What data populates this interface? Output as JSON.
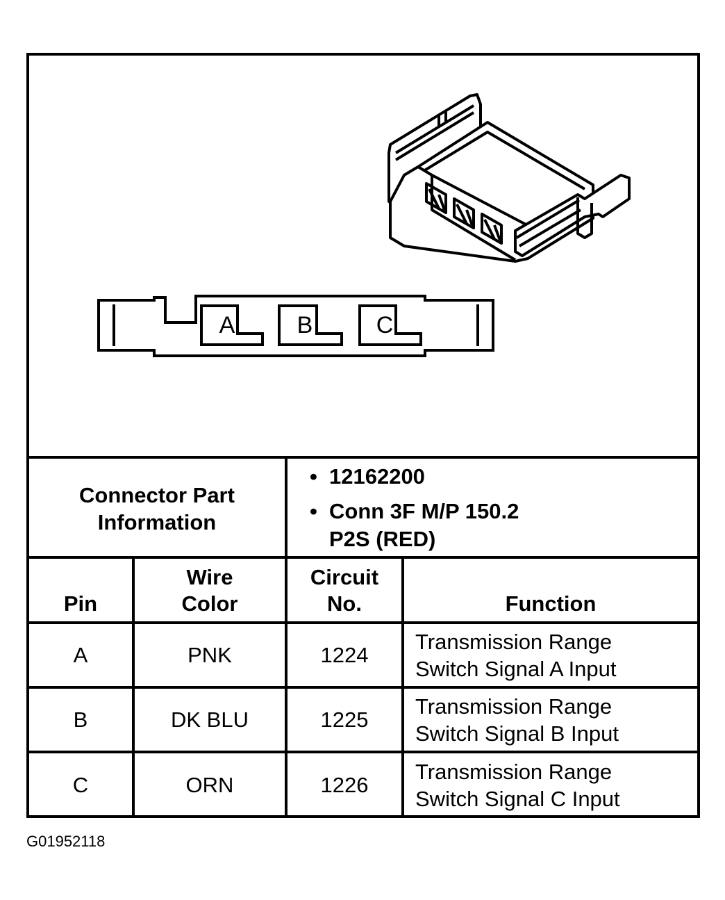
{
  "diagram": {
    "cavity_labels": [
      "A",
      "B",
      "C"
    ]
  },
  "connector_part": {
    "label_line1": "Connector Part",
    "label_line2": "Information",
    "part_number": "12162200",
    "description_line1": "Conn 3F M/P 150.2",
    "description_line2": "P2S (RED)"
  },
  "table": {
    "headers": {
      "pin": "Pin",
      "wire_color_line1": "Wire",
      "wire_color_line2": "Color",
      "circuit_line1": "Circuit",
      "circuit_line2": "No.",
      "function": "Function"
    },
    "rows": [
      {
        "pin": "A",
        "wire_color": "PNK",
        "circuit": "1224",
        "function_line1": "Transmission Range",
        "function_line2": "Switch Signal A Input"
      },
      {
        "pin": "B",
        "wire_color": "DK BLU",
        "circuit": "1225",
        "function_line1": "Transmission Range",
        "function_line2": "Switch Signal B Input"
      },
      {
        "pin": "C",
        "wire_color": "ORN",
        "circuit": "1226",
        "function_line1": "Transmission Range",
        "function_line2": "Switch Signal C Input"
      }
    ]
  },
  "figure_id": "G01952118"
}
